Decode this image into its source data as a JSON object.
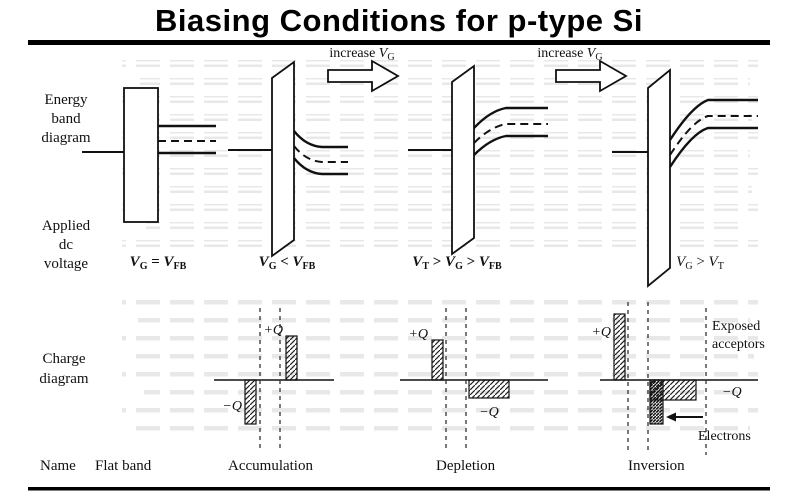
{
  "title": "Biasing Conditions for p-type Si",
  "row_labels": {
    "energy": [
      "Energy",
      "band",
      "diagram"
    ],
    "applied": [
      "Applied",
      "dc",
      "voltage"
    ],
    "charge": [
      "Charge",
      "diagram"
    ],
    "name": "Name"
  },
  "increase": {
    "text": "increase ",
    "v": "V",
    "sub": "G"
  },
  "voltages": {
    "flatband": {
      "v1": "V",
      "s1": "G",
      "op1": " = ",
      "v2": "V",
      "s2": "FB"
    },
    "accumulation": {
      "v1": "V",
      "s1": "G",
      "op1": " < ",
      "v2": "V",
      "s2": "FB"
    },
    "depletion": {
      "v1": "V",
      "s1": "T",
      "op1": " > ",
      "v2": "V",
      "s2": "G",
      "op2": " > ",
      "v3": "V",
      "s3": "FB"
    },
    "inversion": {
      "v1": "V",
      "s1": "G",
      "op1": " > ",
      "v2": "V",
      "s2": "T"
    }
  },
  "charges": {
    "plus_q": "+Q",
    "minus_q": "−Q",
    "exposed_1": "Exposed",
    "exposed_2": "acceptors",
    "electrons": "Electrons"
  },
  "names": {
    "flatband": "Flat band",
    "accumulation": "Accumulation",
    "depletion": "Depletion",
    "inversion": "Inversion"
  }
}
